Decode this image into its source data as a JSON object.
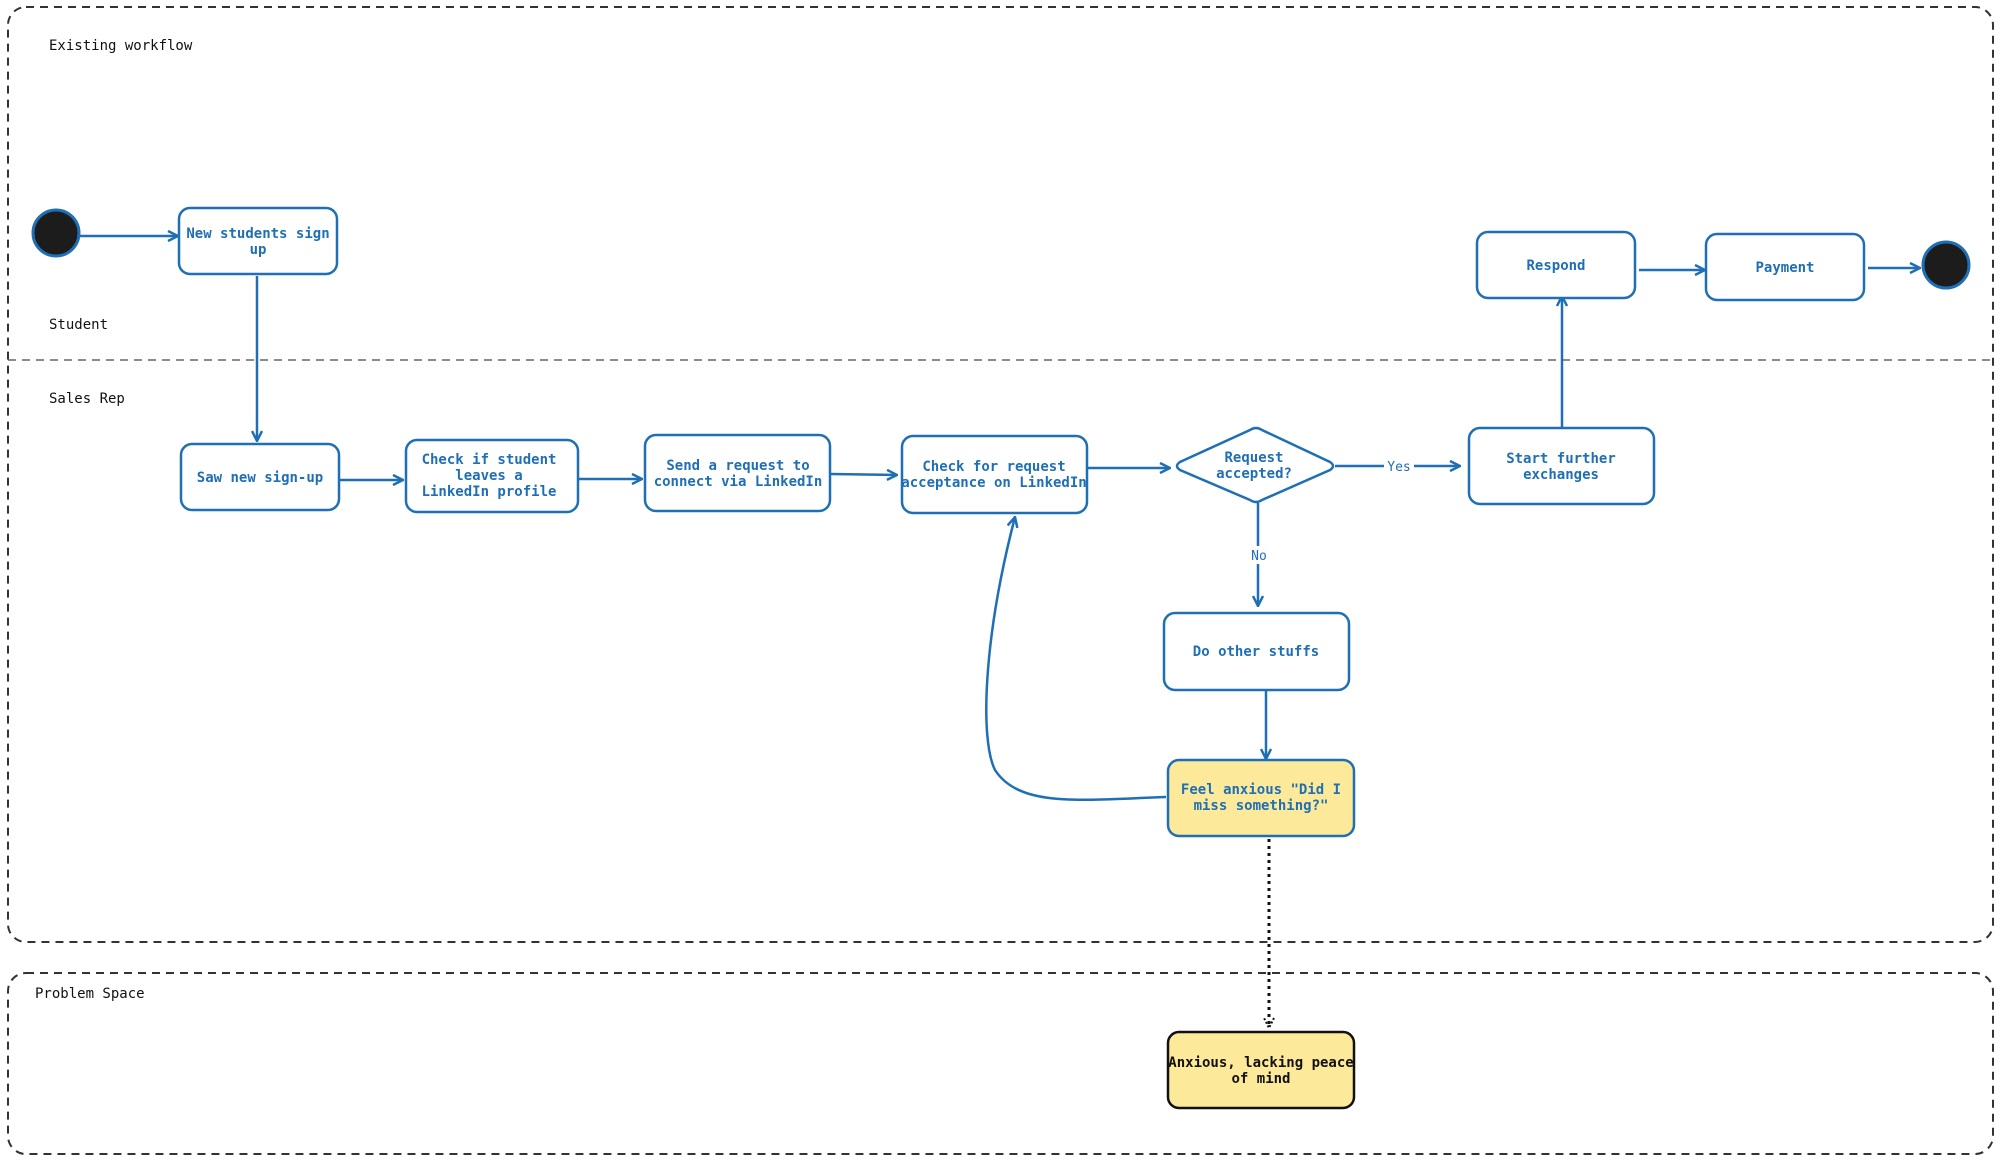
{
  "colors": {
    "stroke": "#1f6fb5",
    "highlight_fill": "#fde99a",
    "terminal_fill": "#1c1c1c",
    "frame": "#333333",
    "text_dark": "#111111"
  },
  "lanes": {
    "workflow_title": "Existing workflow",
    "student": "Student",
    "sales_rep": "Sales Rep",
    "problem_space": "Problem Space"
  },
  "nodes": {
    "new_signup": [
      "New students sign",
      "up"
    ],
    "respond": [
      "Respond"
    ],
    "payment": [
      "Payment"
    ],
    "saw_signup": [
      "Saw new sign-up"
    ],
    "check_linkedin": [
      "Check if student",
      "leaves a",
      "LinkedIn profile"
    ],
    "send_request": [
      "Send a request to",
      "connect via LinkedIn"
    ],
    "check_acceptance": [
      "Check for request",
      "acceptance on LinkedIn"
    ],
    "decision": [
      "Request",
      "accepted?"
    ],
    "further_exchanges": [
      "Start further",
      "exchanges"
    ],
    "other_stuffs": [
      "Do other stuffs"
    ],
    "anxious_feel": [
      "Feel anxious \"Did I",
      "miss something?\""
    ],
    "problem": [
      "Anxious, lacking peace",
      "of mind"
    ]
  },
  "edges": {
    "yes_label": "Yes",
    "no_label": "No"
  }
}
